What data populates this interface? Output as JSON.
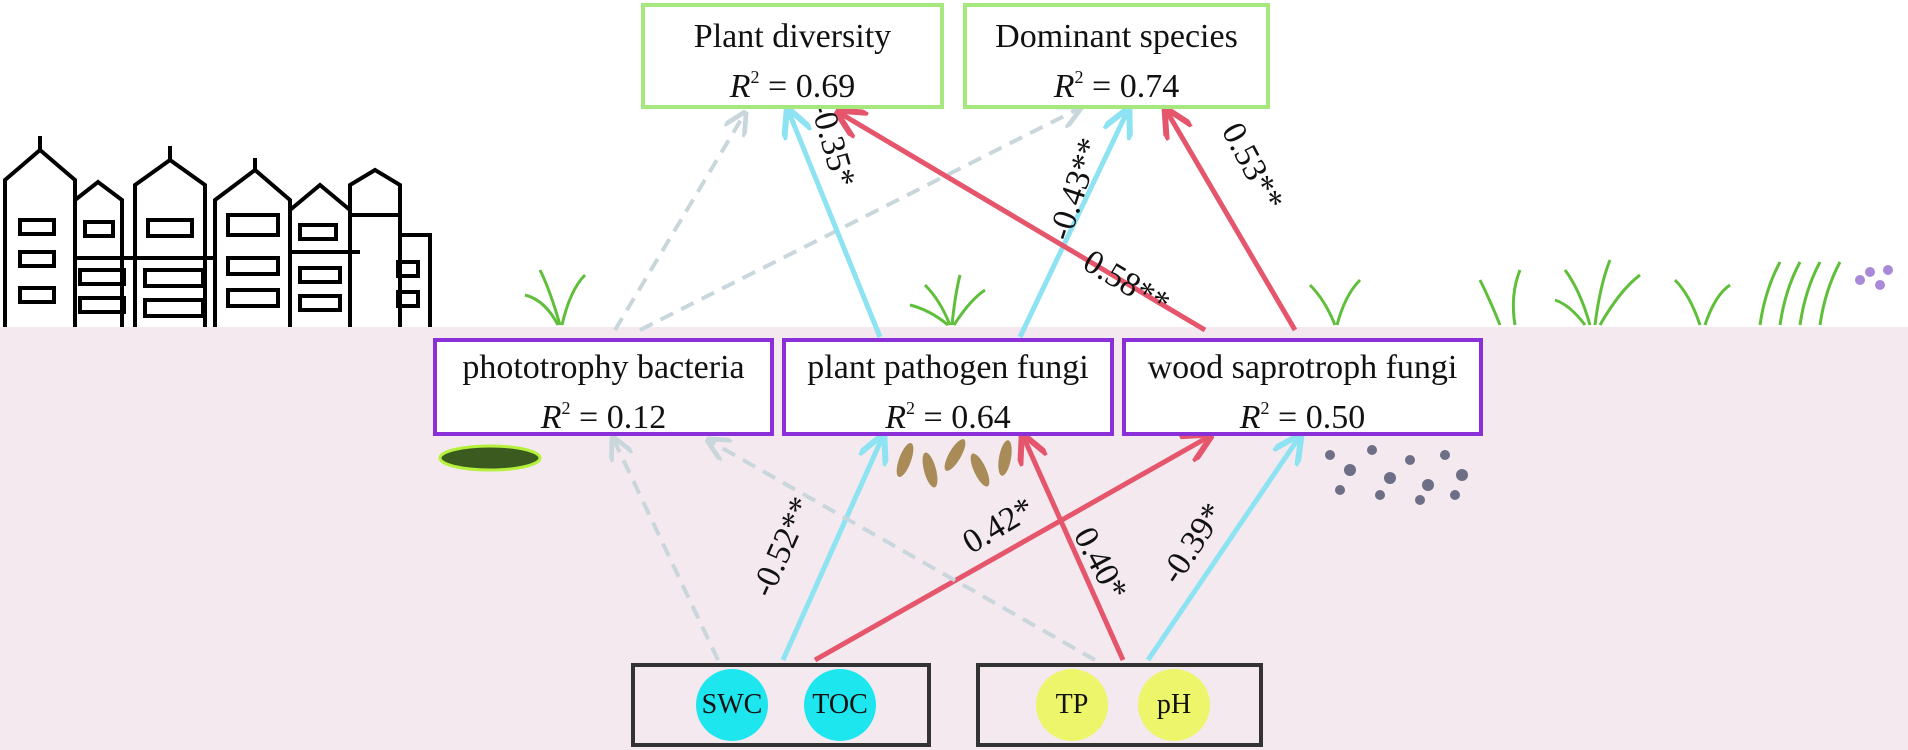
{
  "colors": {
    "positive": "#e5566d",
    "negative": "#8ee3f2",
    "nonsignificant": "#c9d7dc",
    "plant_box_border": "#a6e87e",
    "microbe_box_border": "#8b2fd8",
    "soil_box_border": "#333333",
    "soil_background": "#f3e9ee",
    "swc_toc_fill": "#1ee6ee",
    "tp_ph_fill": "#edf56b"
  },
  "plant_boxes": [
    {
      "name": "Plant diversity",
      "r2_label": "R",
      "r2_value": "= 0.69"
    },
    {
      "name": "Dominant species",
      "r2_label": "R",
      "r2_value": "= 0.74"
    }
  ],
  "microbe_boxes": [
    {
      "name": "phototrophy bacteria",
      "r2_label": "R",
      "r2_value": "= 0.12"
    },
    {
      "name": "plant pathogen fungi",
      "r2_label": "R",
      "r2_value": "= 0.64"
    },
    {
      "name": "wood saprotroph fungi",
      "r2_label": "R",
      "r2_value": "= 0.50"
    }
  ],
  "soil_factors": [
    "SWC",
    "TOC",
    "TP",
    "pH"
  ],
  "r2_superscript": "2",
  "paths": [
    {
      "from": "phototrophy bacteria",
      "to": "Plant diversity",
      "type": "nonsignificant",
      "label": ""
    },
    {
      "from": "phototrophy bacteria",
      "to": "Dominant species",
      "type": "nonsignificant",
      "label": ""
    },
    {
      "from": "plant pathogen fungi",
      "to": "Plant diversity",
      "type": "negative",
      "label": "-0.35*"
    },
    {
      "from": "plant pathogen fungi",
      "to": "Dominant species",
      "type": "negative",
      "label": "-0.43**"
    },
    {
      "from": "wood saprotroph fungi",
      "to": "Plant diversity",
      "type": "positive",
      "label": "0.58**"
    },
    {
      "from": "wood saprotroph fungi",
      "to": "Dominant species",
      "type": "positive",
      "label": "0.53**"
    },
    {
      "from": "SWC",
      "to": "phototrophy bacteria",
      "type": "nonsignificant",
      "label": ""
    },
    {
      "from": "TOC",
      "to": "plant pathogen fungi",
      "type": "negative",
      "label": "-0.52**"
    },
    {
      "from": "TOC",
      "to": "wood saprotroph fungi",
      "type": "positive",
      "label": "0.42*"
    },
    {
      "from": "pH",
      "to": "phototrophy bacteria",
      "type": "nonsignificant",
      "label": ""
    },
    {
      "from": "TP",
      "to": "plant pathogen fungi",
      "type": "positive",
      "label": "0.40*"
    },
    {
      "from": "pH",
      "to": "wood saprotroph fungi",
      "type": "negative",
      "label": "-0.39*"
    }
  ]
}
